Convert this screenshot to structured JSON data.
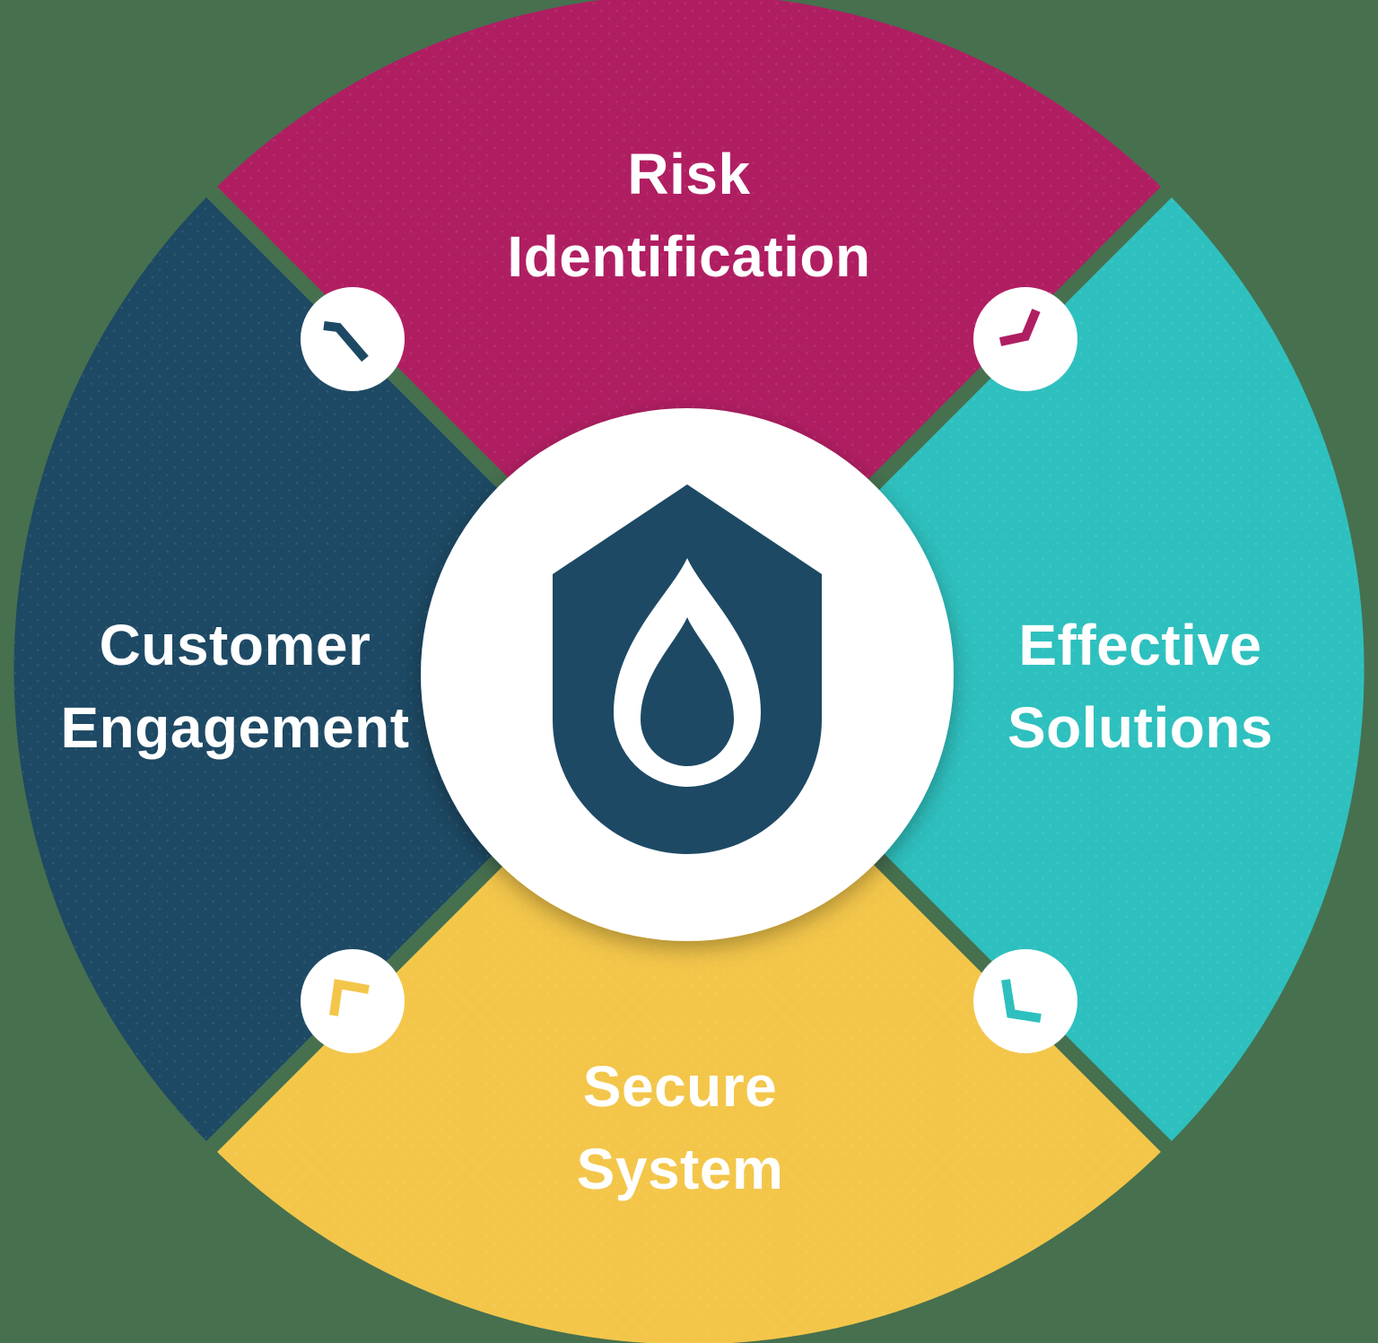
{
  "background_color": "#47704F",
  "text_color": "#FFFFFF",
  "quadrants": [
    {
      "id": "risk-identification",
      "label_lines": [
        "Risk",
        "Identification"
      ],
      "color": "#B01E62",
      "position": "top"
    },
    {
      "id": "effective-solutions",
      "label_lines": [
        "Effective",
        "Solutions"
      ],
      "color": "#2EC0BE",
      "position": "right"
    },
    {
      "id": "secure-system",
      "label_lines": [
        "Secure",
        "System"
      ],
      "color": "#F3C64A",
      "position": "bottom"
    },
    {
      "id": "customer-engagement",
      "label_lines": [
        "Customer",
        "Engagement"
      ],
      "color": "#1D4964",
      "position": "left"
    }
  ],
  "connectors": [
    {
      "position": "top-left",
      "icon": "clock-hands",
      "color": "#1D4964"
    },
    {
      "position": "top-right",
      "icon": "clock-hands",
      "color": "#B01E62"
    },
    {
      "position": "bottom-right",
      "icon": "clock-hands",
      "color": "#2EC0BE"
    },
    {
      "position": "bottom-left",
      "icon": "clock-hands",
      "color": "#F3C64A"
    }
  ],
  "center_logo": {
    "icon": "shield-water-drop",
    "shield_color": "#1D4964"
  }
}
